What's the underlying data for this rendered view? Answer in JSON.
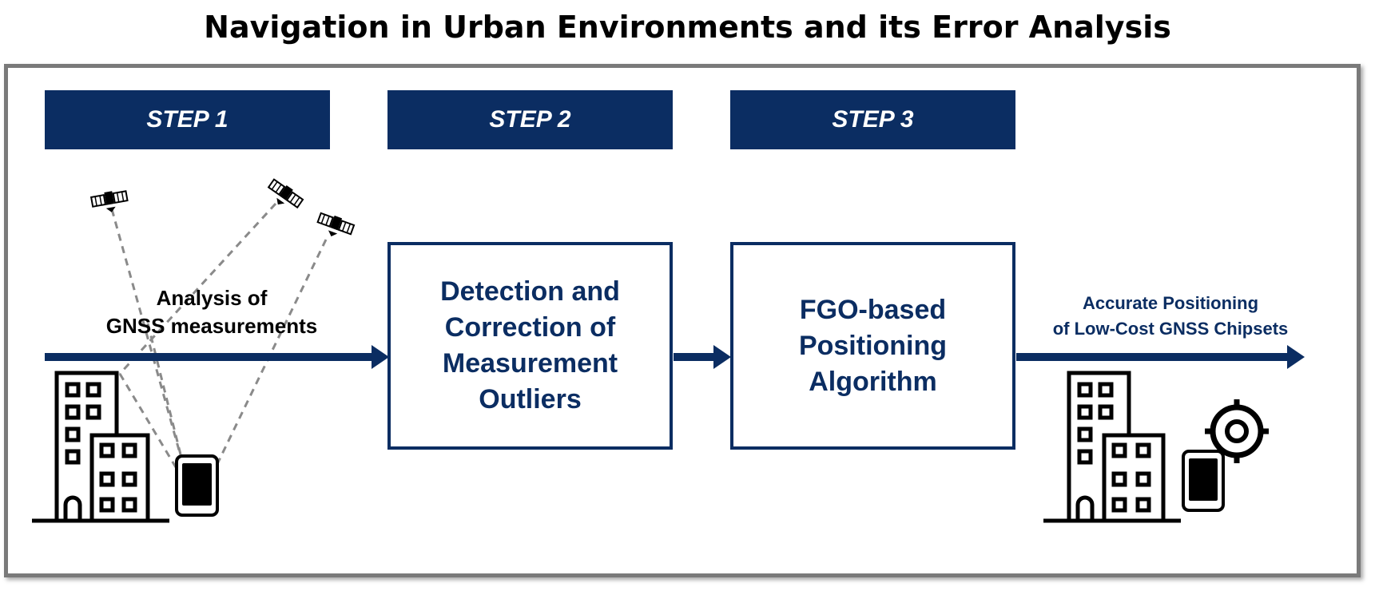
{
  "title": "Navigation in Urban Environments and its Error Analysis",
  "steps": [
    {
      "label": "STEP 1"
    },
    {
      "label": "STEP 2"
    },
    {
      "label": "STEP 3"
    }
  ],
  "step1": {
    "line1": "Analysis of",
    "line2": "GNSS measurements"
  },
  "step2": {
    "line1": "Detection and",
    "line2": "Correction of",
    "line3": "Measurement",
    "line4": "Outliers"
  },
  "step3": {
    "line1": "FGO-based",
    "line2": "Positioning",
    "line3": "Algorithm"
  },
  "output": {
    "line1": "Accurate Positioning",
    "line2": "of Low-Cost GNSS Chipsets"
  },
  "colors": {
    "navy": "#0b2d62",
    "frame": "#7a7a7a",
    "dashes": "#8a8a8a"
  }
}
